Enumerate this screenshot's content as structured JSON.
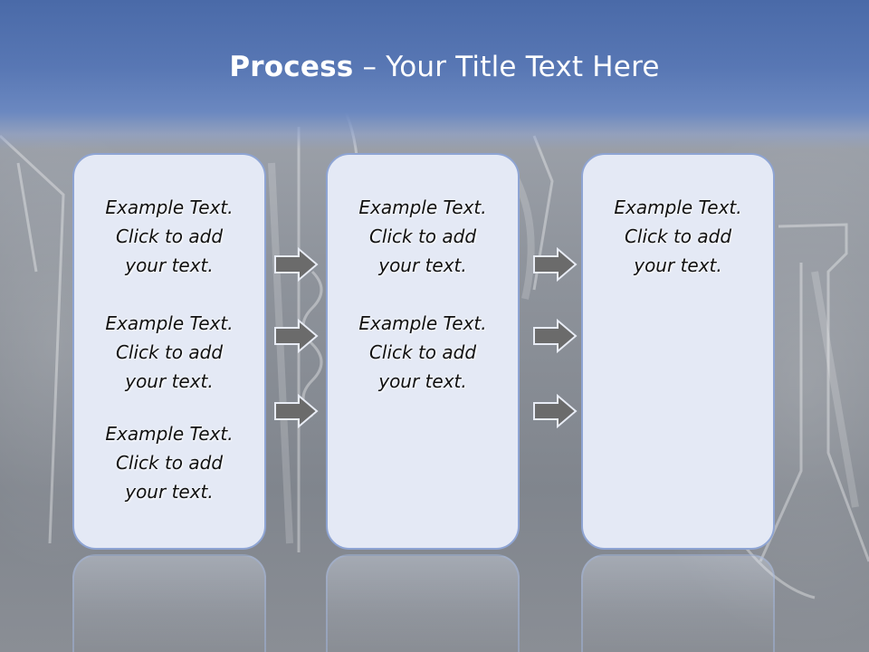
{
  "title": {
    "strong": "Process",
    "rest": " – Your Title Text Here"
  },
  "columns": [
    {
      "blocks": [
        {
          "line1": "Example Text.",
          "line2": "Click  to add",
          "line3": "your text."
        },
        {
          "line1": "Example Text.",
          "line2": "Click  to add",
          "line3": "your text."
        },
        {
          "line1": "Example Text.",
          "line2": "Click  to add",
          "line3": "your text."
        }
      ]
    },
    {
      "blocks": [
        {
          "line1": "Example Text.",
          "line2": "Click  to add",
          "line3": "your text."
        },
        {
          "line1": "Example Text.",
          "line2": "Click  to add",
          "line3": "your text."
        }
      ]
    },
    {
      "blocks": [
        {
          "line1": "Example Text.",
          "line2": "Click  to add",
          "line3": "your text."
        }
      ]
    }
  ],
  "arrows": {
    "icon": "right-arrow-icon",
    "fill": "#6b6b6b",
    "stroke": "#e8ecf5"
  },
  "colors": {
    "title_bar": "#5877b4",
    "box_fill": "#e4e9f5",
    "box_border": "#8ea4d3"
  }
}
